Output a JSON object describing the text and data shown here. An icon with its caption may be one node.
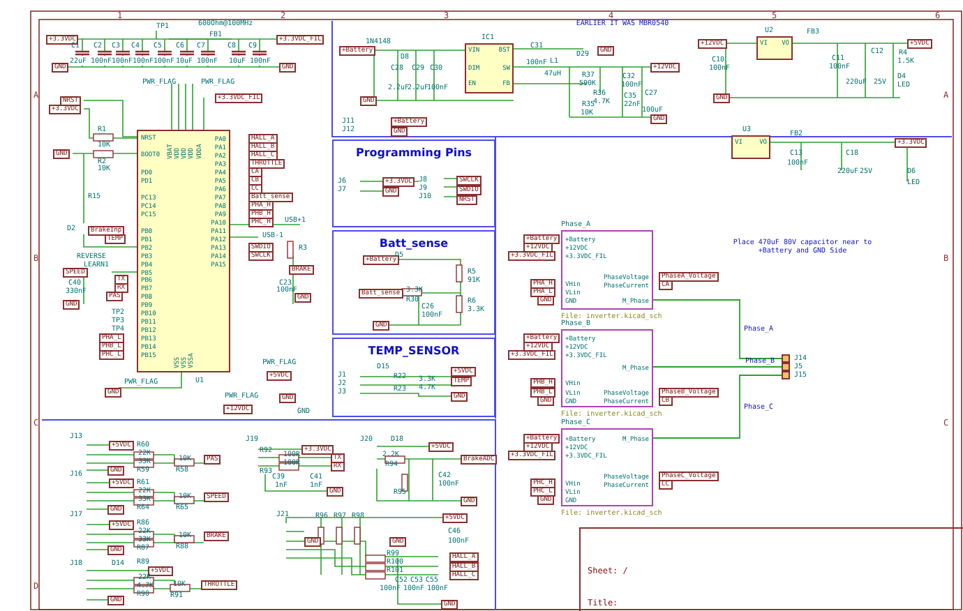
{
  "diagram": {
    "nodes": [
      {
        "text": [
          "Programming Pins"
        ]
      },
      {
        "text": [
          "Batt_sense"
        ]
      },
      {
        "text": [
          "TEMP_SENSOR"
        ]
      },
      {
        "text": [
          "NRST",
          "BOOT0",
          "PD0",
          "PD1",
          "PC13",
          "PC14",
          "PC15",
          "PB0",
          "PB1",
          "PB2",
          "PB3",
          "PB4",
          "PB5",
          "PB6",
          "PB7",
          "PB8",
          "PB9",
          "PB10",
          "PB11",
          "PB12",
          "PB13",
          "PB14",
          "PB15",
          "PA0",
          "PA1",
          "PA2",
          "PA3",
          "PA4",
          "PA5",
          "PA6",
          "PA7",
          "PA8",
          "PA9",
          "PA10",
          "PA11",
          "PA12",
          "PA13",
          "PA14",
          "PA15",
          "VBAT",
          "VDD",
          "VDD",
          "VDD",
          "VDDA",
          "VSS",
          "VSS",
          "VSSA"
        ],
        "beside": [
          "U1"
        ]
      },
      {
        "text": [
          "VIN",
          "DIM",
          "EN",
          "BST",
          "SW",
          "FB"
        ],
        "beside": [
          "IC1"
        ]
      },
      {
        "text": [
          "VI",
          "VO"
        ],
        "beside": [
          "U2"
        ]
      },
      {
        "text": [
          "VI",
          "VO"
        ],
        "beside": [
          "U3"
        ]
      },
      {
        "text": [
          "Phase_A",
          "+Battery",
          "+12VDC",
          "+3.3VDC_FIL",
          "VHin",
          "VLin",
          "GND",
          "PhaseVoltage",
          "PhaseCurrent",
          "M_Phase"
        ],
        "beside": [
          "File: inverter.kicad_sch"
        ]
      },
      {
        "text": [
          "Phase_B",
          "+Battery",
          "+12VDC",
          "+3.3VDC_FIL",
          "VHin",
          "VLin",
          "GND",
          "PhaseVoltage",
          "PhaseCurrent",
          "M_Phase"
        ],
        "beside": [
          "File: inverter.kicad_sch"
        ]
      },
      {
        "text": [
          "Phase_C",
          "+Battery",
          "+12VDC",
          "+3.3VDC_FIL",
          "VHin",
          "VLin",
          "GND",
          "PhaseVoltage",
          "PhaseCurrent",
          "M_Phase"
        ],
        "beside": [
          "File: inverter.kicad_sch"
        ]
      },
      {
        "text": [],
        "shape": "box",
        "beside": [
          "J14"
        ]
      },
      {
        "text": [],
        "shape": "box",
        "beside": [
          "J5"
        ]
      },
      {
        "text": [],
        "shape": "box",
        "beside": [
          "J15"
        ]
      },
      {
        "text": [
          "Sheet: /",
          "Title:"
        ]
      }
    ],
    "edges": [
      {
        "from": 7,
        "to": 10,
        "arrow": "none",
        "label": "Phase_A"
      },
      {
        "from": 8,
        "to": 11,
        "arrow": "none",
        "label": "Phase_B"
      },
      {
        "from": 9,
        "to": 12,
        "arrow": "none",
        "label": "Phase_C"
      }
    ],
    "labels": [
      "1",
      "2",
      "3",
      "4",
      "5",
      "6",
      "A",
      "B",
      "C",
      "D",
      "A",
      "B",
      "C",
      "+3.3VDC",
      "TP1",
      "600Ohm@100MHz",
      "FB1",
      "+3.3VDC_FIL",
      "C1",
      "C2",
      "C3",
      "C4",
      "C5",
      "C6",
      "C7",
      "C8",
      "C9",
      "22uF",
      "100nF",
      "100nF",
      "100nF",
      "100nF",
      "10uF",
      "100nF",
      "10uF",
      "100nF",
      "GND",
      "GND",
      "PWR_FLAG",
      "PWR_FLAG",
      "NRST",
      "+3.3VDC_FIL",
      "+3.3VDC",
      "R1",
      "10K",
      "GND",
      "R2",
      "10K",
      "R15",
      "D2",
      "BrakeInp",
      "TEMP",
      "REVERSE",
      "LEARN1",
      "SPEED",
      "C40",
      "330nF",
      "GND",
      "TX",
      "RX",
      "PAS",
      "TP2",
      "TP3",
      "TP4",
      "PHA_L",
      "PHB_L",
      "PHC_L",
      "PWR_FLAG",
      "GND",
      "HALL_A",
      "HALL_B",
      "HALL_C",
      "THROTTLE",
      "CA",
      "CB",
      "CC",
      "Batt_sense",
      "PHA_H",
      "PHB_H",
      "PHC_H",
      "USB+1",
      "USB-1",
      "SWDIO",
      "SWCLK",
      "R3",
      "BRAKE",
      "C23",
      "100nF",
      "GND",
      "PWR_FLAG",
      "+5VDC",
      "PWR_FLAG",
      "+12VDC",
      "GND",
      "GND",
      "EARLIER IT WAS MBR0540",
      "1N4148",
      "+Battery",
      "D8",
      "C28",
      "C29",
      "C30",
      "2.2uF",
      "2.2uF",
      "100nF",
      "C31",
      "100nF",
      "D29",
      "GND",
      "L1",
      "47uH",
      "+12VDC",
      "R37",
      "590K",
      "C32",
      "100nF",
      "R36",
      "4.7K",
      "C35",
      "22nF",
      "C27",
      "100uF",
      "R35",
      "10K",
      "GND",
      "J11",
      "+Battery",
      "GND",
      "J12",
      "GND",
      "+12VDC",
      "FB3",
      "+5VDC",
      "C10",
      "100nF",
      "C11",
      "100nF",
      "C12",
      "220uF",
      "25V",
      "R4",
      "1.5K",
      "D4",
      "LED",
      "GND",
      "FB2",
      "+3.3VDC",
      "C13",
      "C18",
      "100nF",
      "220uF",
      "25V",
      "D6",
      "J6",
      "+3.3VDC",
      "J8",
      "SWCLK",
      "LED",
      "J7",
      "GND",
      "J9",
      "SWDIO",
      "J10",
      "NRST",
      "+Battery",
      "D5",
      "R5",
      "91K",
      "Batt_sense",
      "3.3K",
      "R30",
      "C26",
      "100nF",
      "R6",
      "3.3K",
      "GND",
      "J1",
      "J2",
      "J3",
      "D15",
      "+5VDC",
      "R22",
      "R23",
      "3.3K",
      "4.7K",
      "TEMP",
      "GND",
      "Place 470uF 80V capacitor near to +Battery and GND Side",
      "+Battery",
      "+12VDC",
      "+3.3VDC_FIL",
      "PHA_H",
      "PHA_L",
      "GND",
      "PhaseA_Voltage",
      "CA",
      "+Battery",
      "+12VDC",
      "+3.3VDC_FIL",
      "PHB_H",
      "PHB_L",
      "GND",
      "PhaseB_Voltage",
      "CB",
      "+Battery",
      "+12VDC",
      "+3.3VDC_FIL",
      "PHC_H",
      "PHC_L",
      "GND",
      "PhaseC_Voltage",
      "CC",
      "J13",
      "+5VDC",
      "R60",
      "22K",
      "33K",
      "R59",
      "10K",
      "R58",
      "PAS",
      "GND",
      "J16",
      "+5VDC",
      "R61",
      "22K",
      "33K",
      "R64",
      "10K",
      "R65",
      "SPEED",
      "GND",
      "J17",
      "+5VDC",
      "R86",
      "22K",
      "33K",
      "R87",
      "10K",
      "R88",
      "BRAKE",
      "GND",
      "J18",
      "D14",
      "R89",
      "+5VDC",
      "22K",
      "4.7K",
      "R90",
      "10K",
      "R91",
      "THROTTLE",
      "GND",
      "J19",
      "R92",
      "+3.3VDC",
      "R93",
      "100R",
      "100R",
      "TX",
      "RX",
      "C39",
      "C41",
      "1nF",
      "1nF",
      "GND",
      "J20",
      "D18",
      "+5VDC",
      "2.2K",
      "R94",
      "R95",
      "C42",
      "100nF",
      "BrakeADC",
      "GND",
      "J21",
      "R96",
      "R97",
      "R98",
      "+5VDC",
      "C46",
      "GND",
      "GND",
      "100nF",
      "R99",
      "R100",
      "R101",
      "HALL_A",
      "HALL_B",
      "HALL_C",
      "C52",
      "C53",
      "C55",
      "100nF",
      "100nF",
      "100nF",
      "GND"
    ]
  }
}
